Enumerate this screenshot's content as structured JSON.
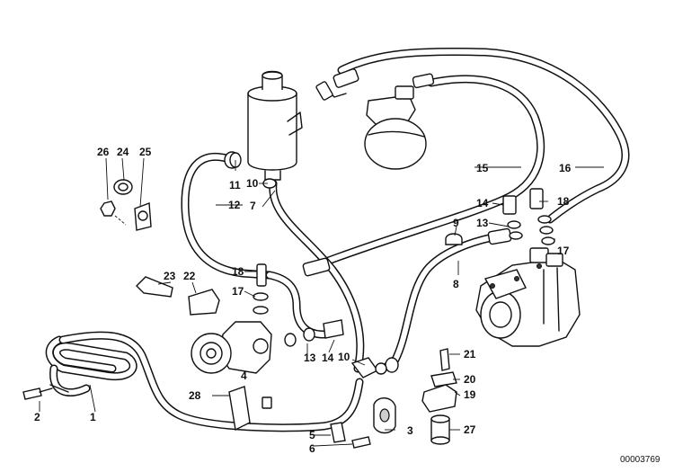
{
  "diagram": {
    "reference_number": "00003769",
    "callouts": {
      "c1": "1",
      "c2": "2",
      "c3": "3",
      "c4": "4",
      "c5": "5",
      "c6": "6",
      "c7": "7",
      "c8": "8",
      "c9": "9",
      "c10a": "10",
      "c10b": "10",
      "c11": "11",
      "c12": "12",
      "c13a": "13",
      "c13b": "13",
      "c14a": "14",
      "c14b": "14",
      "c15": "15",
      "c16": "16",
      "c17a": "17",
      "c17b": "17",
      "c18a": "18",
      "c18b": "18",
      "c19": "19",
      "c20": "20",
      "c21": "21",
      "c22": "22",
      "c23": "23",
      "c24": "24",
      "c25": "25",
      "c26": "26",
      "c27": "27",
      "c28": "28"
    }
  }
}
